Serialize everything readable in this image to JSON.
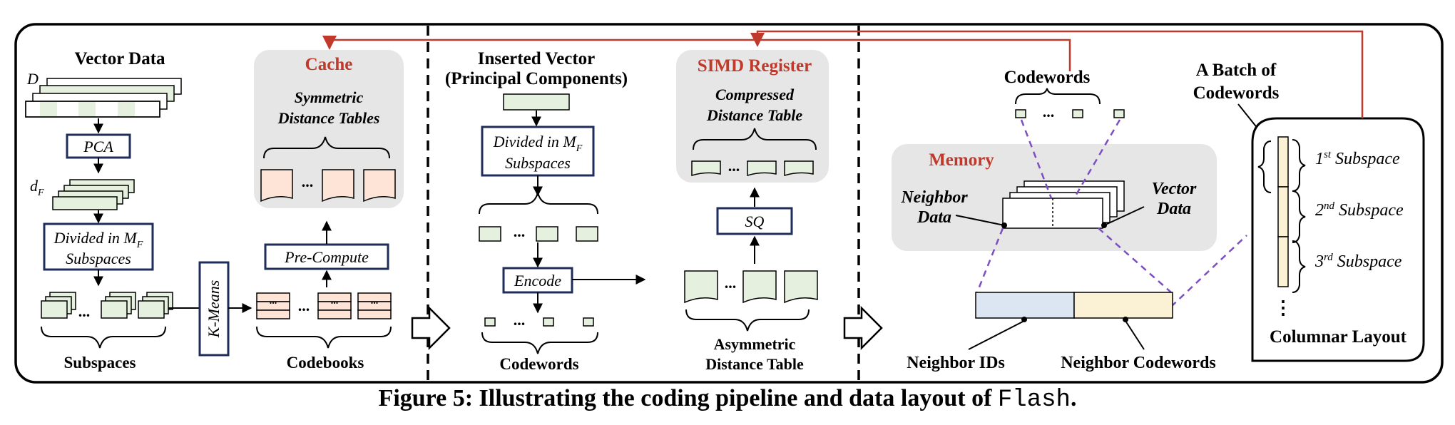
{
  "colors": {
    "accent_red": "#c0392b",
    "navy": "#1f2d5a",
    "purple": "#7b4fc0",
    "green_fill": "#e6f0de",
    "peach_fill": "#fde4d6",
    "gray_panel": "#e6e6e6",
    "blue_fill": "#dbe6f2",
    "yellow_fill": "#fbf1d4"
  },
  "left": {
    "vector_data": "Vector Data",
    "d_label": "D",
    "pca": "PCA",
    "dF_label": "d",
    "dF_sub": "F",
    "divided_line1": "Divided in M",
    "divided_sub": "F",
    "divided_line2": "Subspaces",
    "subspaces": "Subspaces",
    "kmeans": "K-Means",
    "precompute": "Pre-Compute",
    "codebooks": "Codebooks",
    "cache_title": "Cache",
    "sym_line1": "Symmetric",
    "sym_line2": "Distance Tables",
    "ellipsis": "..."
  },
  "middle": {
    "inserted_line1": "Inserted Vector",
    "inserted_line2": "(Principal Components)",
    "divided_line1": "Divided in M",
    "divided_sub": "F",
    "divided_line2": "Subspaces",
    "encode": "Encode",
    "codewords": "Codewords",
    "simd_title": "SIMD Register",
    "comp_line1": "Compressed",
    "comp_line2": "Distance Table",
    "sq": "SQ",
    "adt_line1": "Asymmetric",
    "adt_line2": "Distance Table",
    "ellipsis": "..."
  },
  "right": {
    "codewords": "Codewords",
    "memory": "Memory",
    "neighbor_data_line1": "Neighbor",
    "neighbor_data_line2": "Data",
    "vector_data_line1": "Vector",
    "vector_data_line2": "Data",
    "neighbor_ids": "Neighbor IDs",
    "neighbor_codewords": "Neighbor Codewords",
    "batch_line1": "A Batch of",
    "batch_line2": "Codewords",
    "sub1_num": "1",
    "sub1_sup": "st",
    "sub2_num": "2",
    "sub2_sup": "nd",
    "sub3_num": "3",
    "sub3_sup": "rd",
    "subspace_word": " Subspace",
    "vdots": "⋮",
    "columnar_layout": "Columnar Layout",
    "ellipsis": "..."
  },
  "caption": {
    "prefix": "Figure 5: Illustrating the coding pipeline and data layout of ",
    "code": "Flash",
    "suffix": "."
  }
}
